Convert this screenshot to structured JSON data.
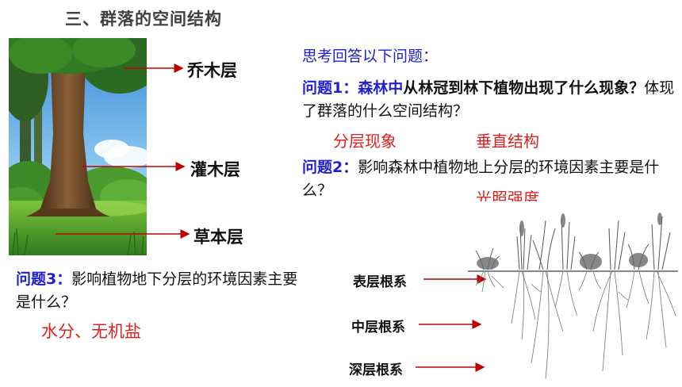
{
  "title": "三、群落的空间结构",
  "forest_labels": {
    "tree": "乔木层",
    "shrub": "灌木层",
    "herb": "草本层"
  },
  "prompt": "思考回答以下问题：",
  "q1": {
    "label": "问题1：",
    "prefix": "森林中",
    "bold": "从林冠到林下植物出现了什么现象？",
    "rest": "体现了群落的什么空间结构？",
    "answer1": "分层现象",
    "answer2": "垂直结构"
  },
  "q2": {
    "label": "问题2：",
    "text": "影响森林中植物地上分层的环境因素主要是什么？",
    "answer": "光照强度"
  },
  "q3": {
    "label": "问题3：",
    "text": "影响植物地下分层的环境因素主要是什么？",
    "answer": "水分、无机盐"
  },
  "root_labels": {
    "surface": "表层根系",
    "middle": "中层根系",
    "deep": "深层根系"
  },
  "colors": {
    "title": "#404040",
    "question_label": "#2020d0",
    "answer": "#e02020",
    "arrow": "#c00000"
  }
}
